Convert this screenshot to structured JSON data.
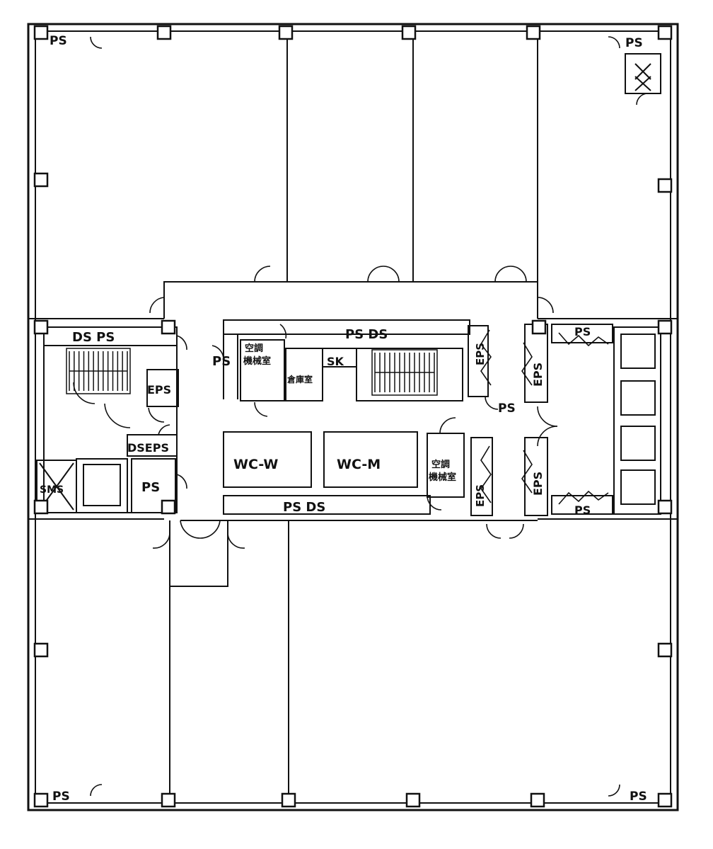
{
  "rooms": {
    "ps": "PS",
    "ds": "DS",
    "eps": "EPS",
    "sk": "SK",
    "sms": "SMS",
    "ds_eps": "DSEPS",
    "wc_w": "WC-W",
    "wc_m": "WC-M",
    "ps_ds": "PS DS",
    "ds_ps": "DS  PS",
    "ac_room_1": "空調",
    "ac_room_2": "機械室",
    "storage": "倉庫室"
  },
  "colors": {
    "ink": "#111111",
    "paper": "#ffffff"
  }
}
